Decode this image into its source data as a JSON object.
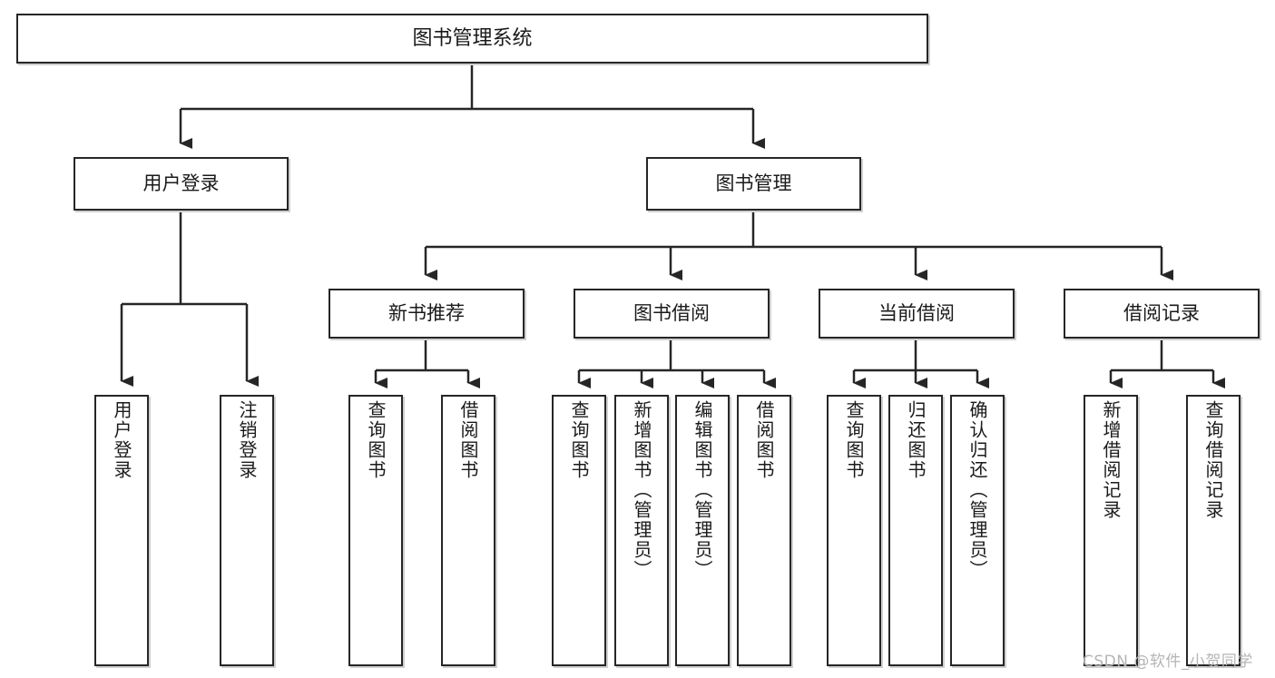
{
  "diagram": {
    "title": "图书管理系统",
    "type": "tree-hierarchy-diagram",
    "background_color": "#ffffff",
    "line_color": "#262626",
    "box_fill": "#ffffff"
  },
  "root": {
    "label": "图书管理系统"
  },
  "level2": [
    {
      "label": "用户登录"
    },
    {
      "label": "图书管理"
    }
  ],
  "level3": [
    {
      "label": "新书推荐"
    },
    {
      "label": "图书借阅"
    },
    {
      "label": "当前借阅"
    },
    {
      "label": "借阅记录"
    }
  ],
  "leaves": {
    "user_login": [
      {
        "label": "用户登录"
      },
      {
        "label": "注销登录"
      }
    ],
    "new_book": [
      {
        "label": "查询图书"
      },
      {
        "label": "借阅图书"
      }
    ],
    "book_borrow": [
      {
        "label": "查询图书"
      },
      {
        "label": "新增图书（管理员）"
      },
      {
        "label": "编辑图书（管理员）"
      },
      {
        "label": "借阅图书"
      }
    ],
    "current_borrow": [
      {
        "label": "查询图书"
      },
      {
        "label": "归还图书"
      },
      {
        "label": "确认归还（管理员）"
      }
    ],
    "borrow_record": [
      {
        "label": "新增借阅记录"
      },
      {
        "label": "查询借阅记录"
      }
    ]
  },
  "watermark": {
    "text": "CSDN @软件_小贺同学"
  }
}
